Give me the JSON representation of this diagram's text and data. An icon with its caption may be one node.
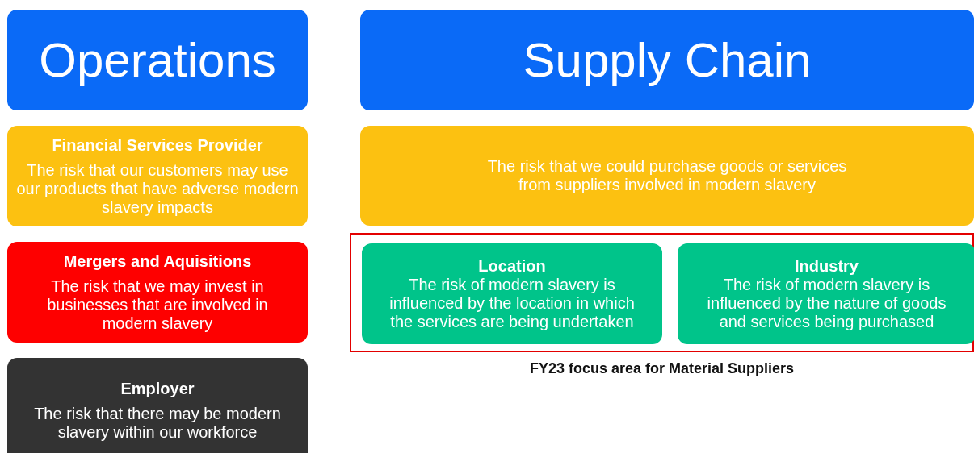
{
  "diagram": {
    "nodes": [
      {
        "text": [
          "Operations"
        ]
      },
      {
        "text": [
          "Supply Chain"
        ]
      },
      {
        "text": [
          "Financial Services Provider",
          "The risk that our customers may use our products that have adverse modern slavery impacts"
        ]
      },
      {
        "text": [
          "The risk that we could purchase goods or services from suppliers involved in modern slavery"
        ]
      },
      {
        "text": [
          "Mergers and Aquisitions",
          "The risk that we may invest in businesses that are involved in modern slavery"
        ]
      },
      {
        "text": [],
        "shape": "box",
        "beside": [
          "FY23 focus area for Material Suppliers"
        ]
      },
      {
        "text": [
          "Location",
          "The risk of modern slavery is influenced by the location in which the services are being undertaken"
        ],
        "in": 5
      },
      {
        "text": [
          "Industry",
          "The risk of modern slavery is influenced by the nature of goods and services being purchased"
        ],
        "in": 5
      },
      {
        "text": [
          "Employer",
          "The risk that there may be modern slavery within our workforce"
        ]
      }
    ]
  }
}
